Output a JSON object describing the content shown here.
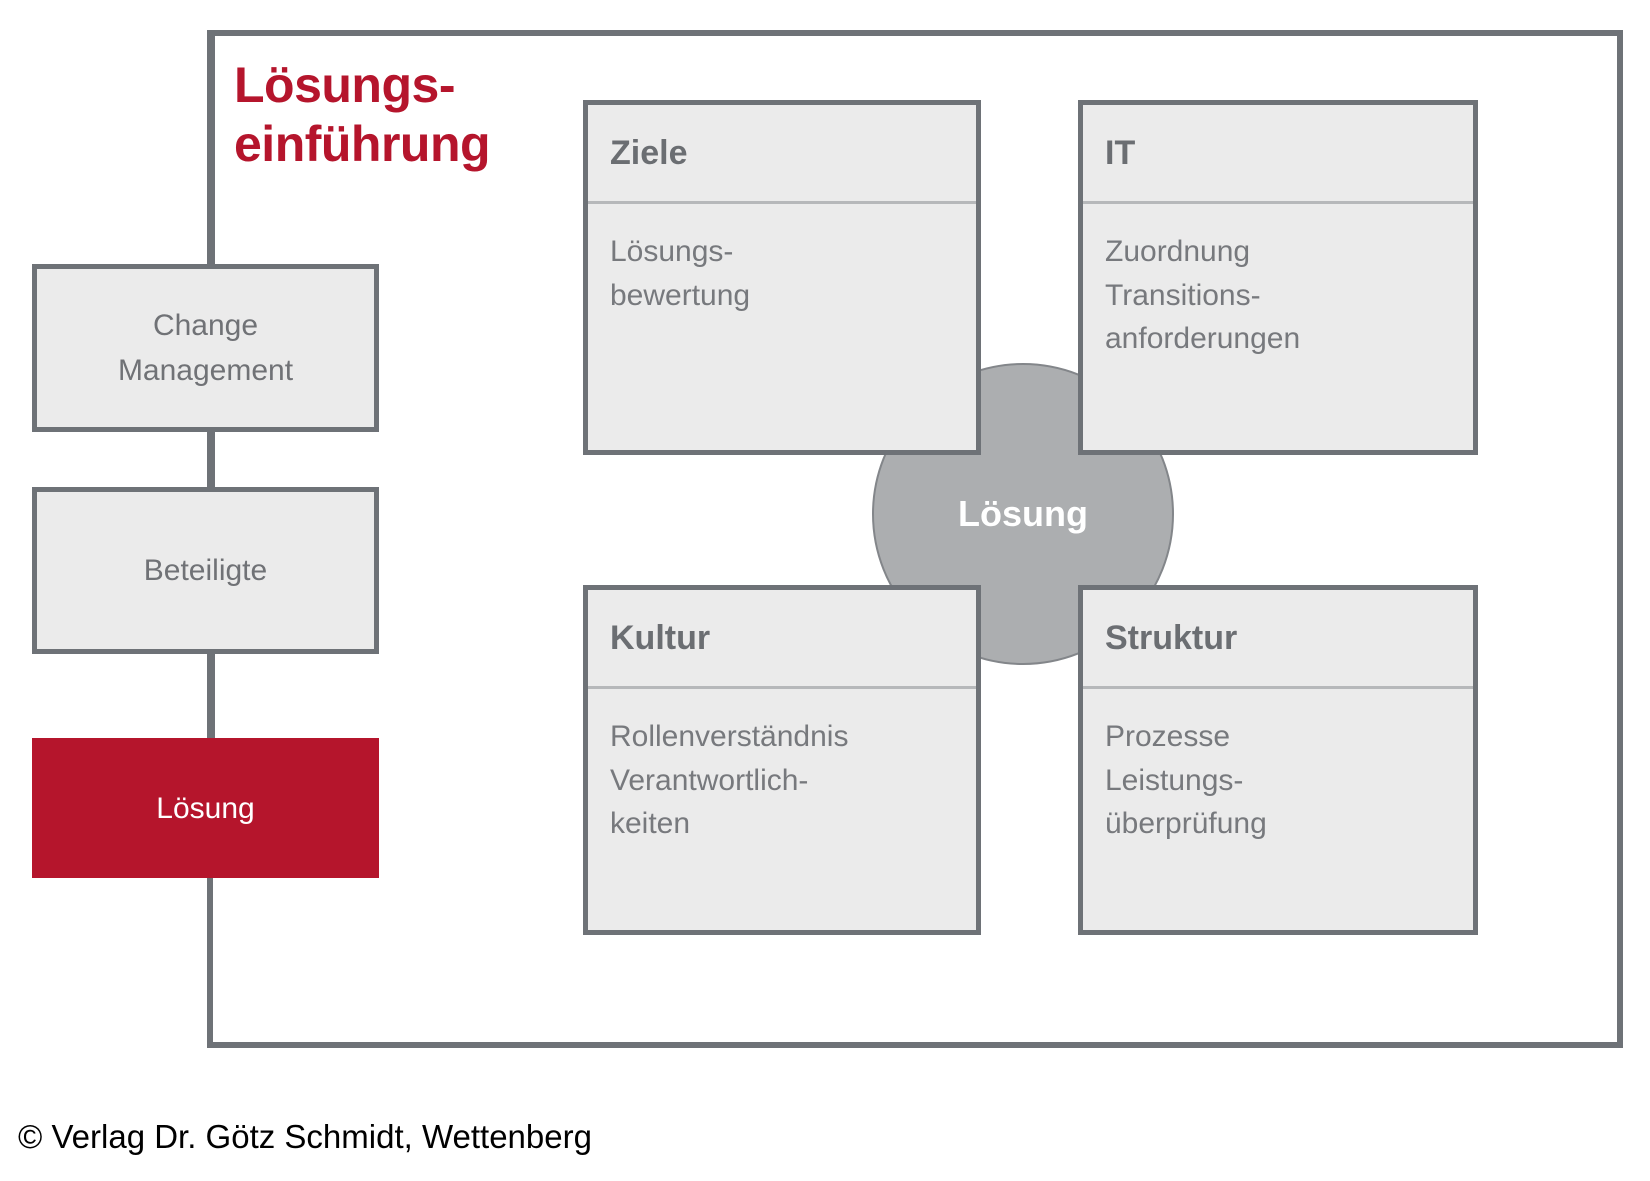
{
  "title": "Lösungs-\neinführung",
  "accent_color": "#b5152c",
  "box_fill_color": "#ebebeb",
  "border_color": "#6e7277",
  "circle_color": "#acaeb0",
  "text_color": "#77797d",
  "left_chain": {
    "items": [
      {
        "label": "Change\nManagement",
        "highlighted": false
      },
      {
        "label": "Beteiligte",
        "highlighted": false
      },
      {
        "label": "Lösung",
        "highlighted": true
      }
    ]
  },
  "center": {
    "label": "Lösung"
  },
  "quadrants": [
    {
      "header": "Ziele",
      "body": "Lösungs-\nbewertung"
    },
    {
      "header": "IT",
      "body": "Zuordnung\nTransitions-\nanforderungen"
    },
    {
      "header": "Kultur",
      "body": "Rollenverständnis\nVerantwortlich-\nkeiten"
    },
    {
      "header": "Struktur",
      "body": "Prozesse\nLeistungs-\nüberprüfung"
    }
  ],
  "footer": "© Verlag Dr. Götz Schmidt, Wettenberg"
}
